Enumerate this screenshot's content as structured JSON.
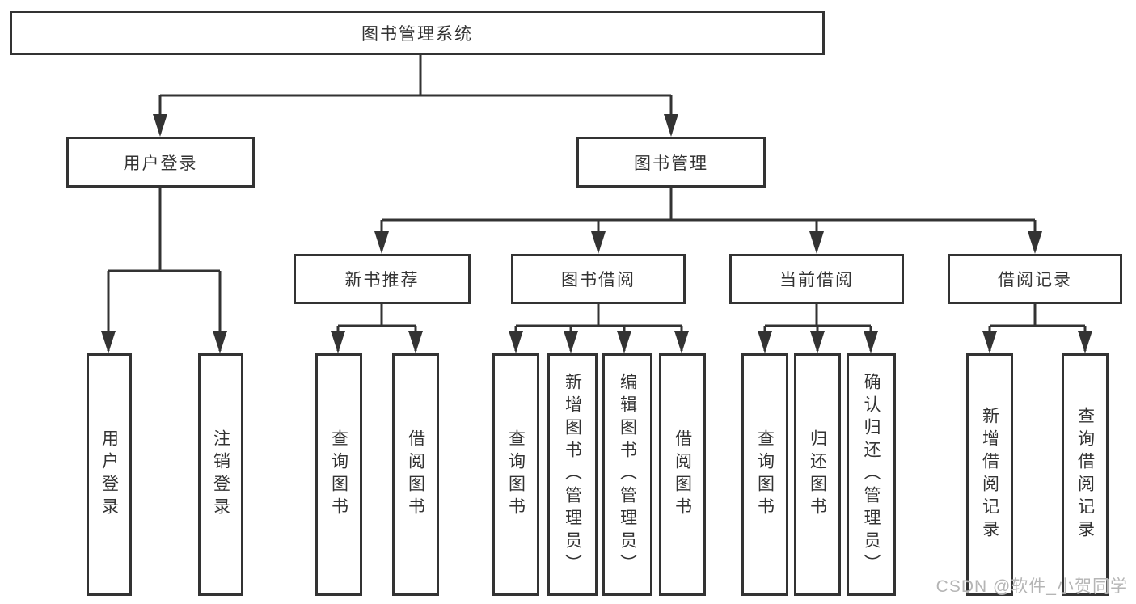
{
  "tree": {
    "root": {
      "label": "图书管理系统"
    },
    "branches": [
      {
        "label": "用户登录",
        "children": [
          {
            "label": "用户登录"
          },
          {
            "label": "注销登录"
          }
        ]
      },
      {
        "label": "图书管理",
        "children": [
          {
            "label": "新书推荐",
            "children": [
              {
                "label": "查询图书"
              },
              {
                "label": "借阅图书"
              }
            ]
          },
          {
            "label": "图书借阅",
            "children": [
              {
                "label": "查询图书"
              },
              {
                "label": "新增图书（管理员）"
              },
              {
                "label": "编辑图书（管理员）"
              },
              {
                "label": "借阅图书"
              }
            ]
          },
          {
            "label": "当前借阅",
            "children": [
              {
                "label": "查询图书"
              },
              {
                "label": "归还图书"
              },
              {
                "label": "确认归还（管理员）"
              }
            ]
          },
          {
            "label": "借阅记录",
            "children": [
              {
                "label": "新增借阅记录"
              },
              {
                "label": "查询借阅记录"
              }
            ]
          }
        ]
      }
    ]
  },
  "watermark": {
    "text": "CSDN @软件_小贺同学"
  },
  "colors": {
    "line": "#333333",
    "text": "#333333",
    "box_background": "#ffffff",
    "watermark": "#b5b5b5"
  }
}
